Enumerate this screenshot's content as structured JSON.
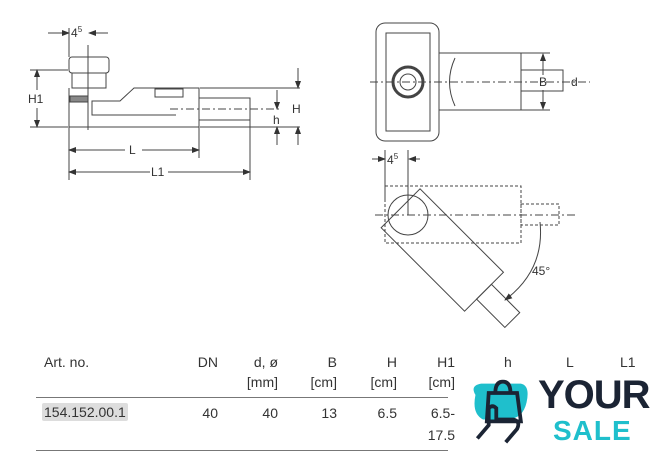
{
  "drawing": {
    "side_view": {
      "offset_label": "4",
      "offset_sup": "5",
      "h1_label": "H1",
      "h_label": "H",
      "small_h_label": "h",
      "l_label": "L",
      "l1_label": "L1"
    },
    "top_view": {
      "b_label": "B",
      "d_label": "d"
    },
    "rotated_view": {
      "offset_label": "4",
      "offset_sup": "5",
      "angle_label": "45°"
    }
  },
  "table": {
    "headers": [
      {
        "label": "Art. no.",
        "unit": ""
      },
      {
        "label": "DN",
        "unit": ""
      },
      {
        "label": "d, ø",
        "unit": "[mm]"
      },
      {
        "label": "B",
        "unit": "[cm]"
      },
      {
        "label": "H",
        "unit": "[cm]"
      },
      {
        "label": "H1",
        "unit": "[cm]"
      },
      {
        "label": "h",
        "unit": ""
      },
      {
        "label": "L",
        "unit": ""
      },
      {
        "label": "L1",
        "unit": ""
      }
    ],
    "rows": [
      {
        "art_no": "154.152.00.1",
        "dn": "40",
        "d": "40",
        "b": "13",
        "h": "6.5",
        "h1_line1": "6.5-",
        "h1_line2": "17.5"
      }
    ]
  },
  "logo": {
    "word1": "YOUR",
    "word2": "SALE",
    "colors": {
      "dark": "#1b2434",
      "teal": "#1fbfcc"
    }
  }
}
